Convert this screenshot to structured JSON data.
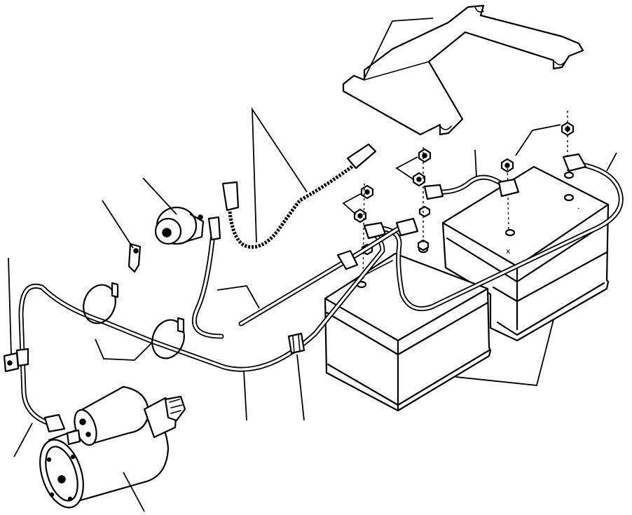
{
  "diagram": {
    "kind": "exploded-parts-illustration",
    "subject": "battery-and-starter-wiring",
    "parts": [
      "battery-cover-plate",
      "left-battery",
      "right-battery",
      "starter-motor",
      "battery-disconnect-switch",
      "switch-key",
      "ground-strap",
      "battery-cables",
      "cable-clamps",
      "cable-grommet",
      "terminal-nuts",
      "ground-clip"
    ],
    "colors": {
      "ink": "#000000",
      "paper": "#ffffff"
    }
  }
}
